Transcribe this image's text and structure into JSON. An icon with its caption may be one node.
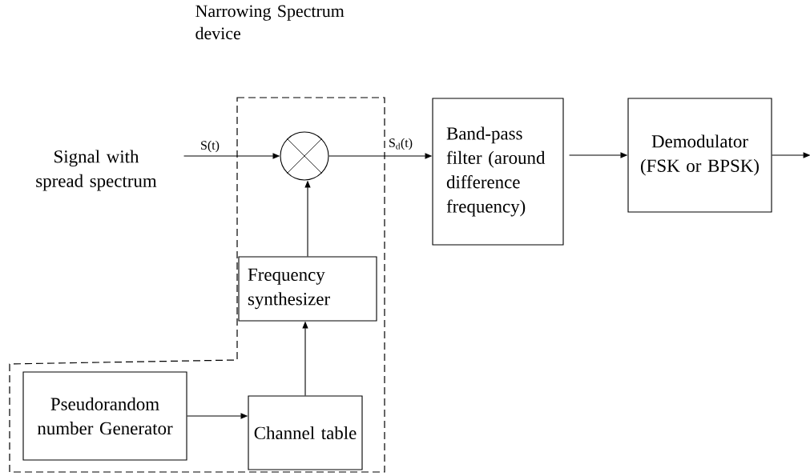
{
  "diagram": {
    "nodes": [
      {
        "text": [
          "Signal with spread spectrum"
        ]
      },
      {
        "text": [],
        "shape": "circle"
      },
      {
        "text": [
          "Band-pass filter (around difference frequency)"
        ]
      },
      {
        "text": [
          "Demodulator (FSK or BPSK)"
        ]
      },
      {
        "text": [
          "Frequency synthesizer"
        ]
      },
      {
        "text": [
          "Pseudorandom number Generator"
        ]
      },
      {
        "text": [
          "Channel table"
        ]
      }
    ],
    "edges": [
      {
        "from": 0,
        "to": 1,
        "arrow": "to",
        "label": "S(t)"
      },
      {
        "from": 1,
        "to": 2,
        "arrow": "to",
        "label": "S$_{d}$(t)"
      },
      {
        "from": 2,
        "to": 3,
        "arrow": "to"
      },
      {
        "from": 3,
        "to": null,
        "arrow": "to"
      },
      {
        "from": 4,
        "to": 1,
        "arrow": "to"
      },
      {
        "from": 6,
        "to": 4,
        "arrow": "to"
      },
      {
        "from": 5,
        "to": 6,
        "arrow": "to"
      }
    ],
    "labels": [
      "Narrowing Spectrum device"
    ]
  }
}
